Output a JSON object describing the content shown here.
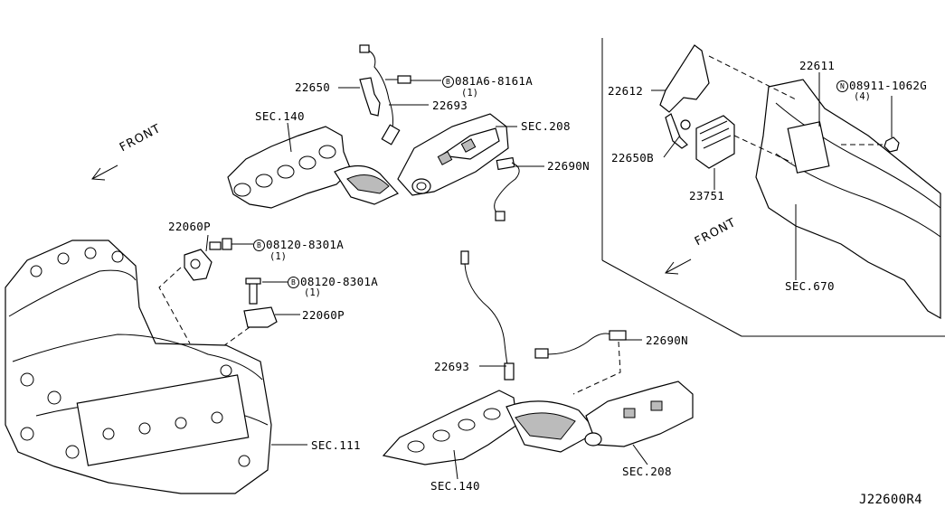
{
  "diagram_code": "J22600R4",
  "front_labels": [
    "FRONT",
    "FRONT"
  ],
  "parts": {
    "p22650": "22650",
    "p22693_top": "22693",
    "p22693_bottom": "22693",
    "p22690N_top": "22690N",
    "p22690N_bottom": "22690N",
    "p22612": "22612",
    "p22611": "22611",
    "p22650B": "22650B",
    "p23751": "23751",
    "p22060P_top": "22060P",
    "p22060P_bottom": "22060P"
  },
  "sections": {
    "sec140_top": "SEC.140",
    "sec208_top": "SEC.208",
    "sec670": "SEC.670",
    "sec111": "SEC.111",
    "sec140_bottom": "SEC.140",
    "sec208_bottom": "SEC.208"
  },
  "fasteners": {
    "bolt_081A6": {
      "symbol": "B",
      "code": "081A6-8161A",
      "qty": "(1)"
    },
    "bolt_08120_a": {
      "symbol": "B",
      "code": "08120-8301A",
      "qty": "(1)"
    },
    "bolt_08120_b": {
      "symbol": "B",
      "code": "08120-8301A",
      "qty": "(1)"
    },
    "nut_08911": {
      "symbol": "N",
      "code": "08911-1062G",
      "qty": "(4)"
    }
  }
}
